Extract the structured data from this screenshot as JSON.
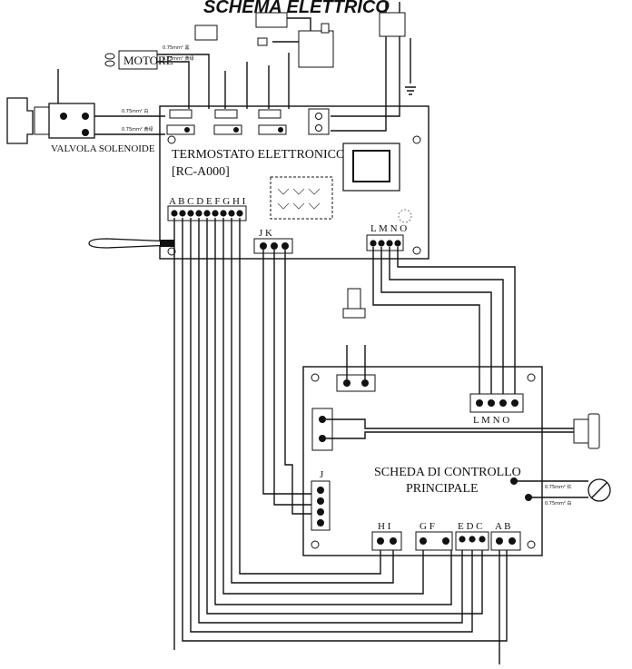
{
  "title": "SCHEMA ELETTRICO",
  "boards": {
    "thermostat": {
      "line1": "TERMOSTATO ELETTRONICO",
      "line2": "[RC-A000]"
    },
    "control": {
      "line1": "SCHEDA DI CONTROLLO",
      "line2": "PRINCIPALE"
    }
  },
  "components": {
    "motor": "MOTORE",
    "valve": "VALVOLA SOLENOIDE"
  },
  "connectors": {
    "thermostat_sensor_pins": "A B C D E F G H I",
    "thermostat_jk": "J    K",
    "thermostat_lmno": "L M N O",
    "control_lmno": "L  M  N  O",
    "control_j": "J",
    "control_hi": "H   I",
    "control_gf": "G    F",
    "control_edc": "E D C",
    "control_ab": "A  B"
  },
  "wire_tags": {
    "valve_a": "0.75mm² 白",
    "valve_b": "0.75mm² 黄绿",
    "motor_a": "0.75mm² 黑",
    "motor_b": "0.75mm² 黄绿",
    "side_a": "0.75mm² 红",
    "side_b": "0.75mm² 白"
  }
}
